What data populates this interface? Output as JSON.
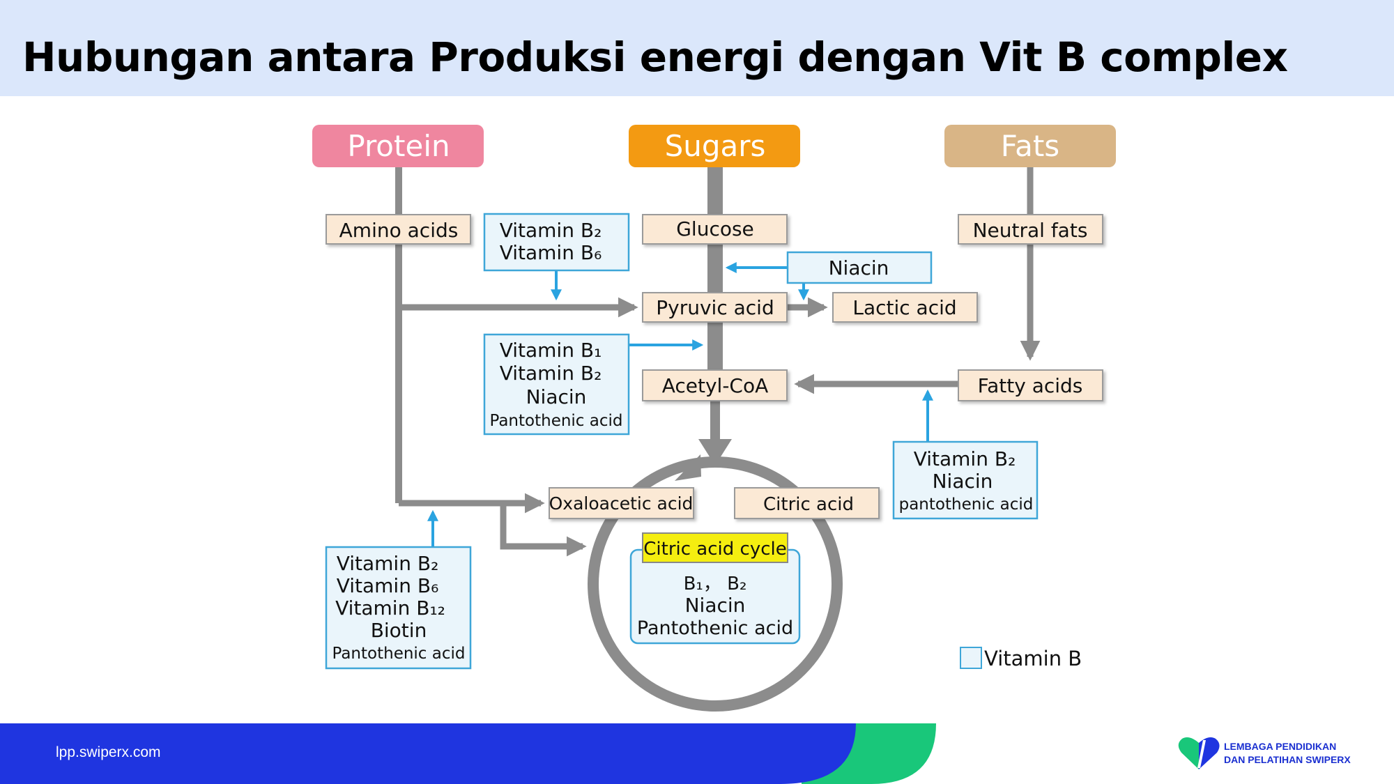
{
  "header": {
    "title": "Hubungan antara Produksi energi dengan Vit B complex"
  },
  "diagram": {
    "sources": {
      "protein": "Protein",
      "sugars": "Sugars",
      "fats": "Fats"
    },
    "nodes": {
      "amino_acids": "Amino acids",
      "glucose": "Glucose",
      "neutral_fats": "Neutral fats",
      "pyruvic_acid": "Pyruvic acid",
      "lactic_acid": "Lactic acid",
      "acetyl_coa": "Acetyl-CoA",
      "fatty_acids": "Fatty acids",
      "oxaloacetic_acid": "Oxaloacetic acid",
      "citric_acid": "Citric acid",
      "citric_acid_cycle": "Citric acid cycle"
    },
    "vitamin_boxes": {
      "glycolysis": [
        "Vitamin B₂",
        "Vitamin B₆"
      ],
      "lactate": [
        "Niacin"
      ],
      "pdh": [
        "Vitamin B₁",
        "Vitamin B₂",
        "Niacin",
        "Pantothenic acid"
      ],
      "fatty_oxidation": [
        "Vitamin B₂",
        "Niacin",
        "pantothenic acid"
      ],
      "amino": [
        "Vitamin B₂",
        "Vitamin B₆",
        "Vitamin B₁₂",
        "Biotin",
        "Pantothenic acid"
      ],
      "cycle": [
        "B₁， B₂",
        "Niacin",
        "Pantothenic acid"
      ]
    },
    "legend": {
      "label": "Vitamin B"
    },
    "colors": {
      "protein": "#ef869f",
      "sugars": "#f39a12",
      "fats": "#d9b586",
      "node_fill": "#fbe9d5",
      "vitamin_border": "#3ea6d8",
      "vitamin_fill": "#eaf5fb",
      "vitamin_arrow": "#2aa3e0",
      "flow": "#8c8c8c",
      "cycle_label": "#f5ee10"
    }
  },
  "footer": {
    "url": "lpp.swiperx.com"
  },
  "logo": {
    "line1": "LEMBAGA PENDIDIKAN",
    "line2": "DAN PELATIHAN SWIPERX"
  }
}
